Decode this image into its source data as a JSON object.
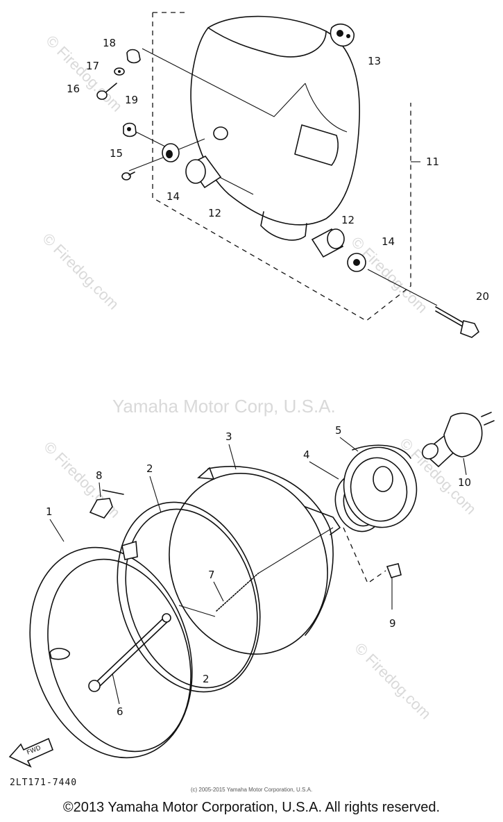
{
  "watermarks": {
    "brand": "Yamaha Motor Corp, U.S.A.",
    "site": "© Firedog.com"
  },
  "callouts": {
    "c1": "1",
    "c2": "2",
    "c2b": "2",
    "c3": "3",
    "c4": "4",
    "c5": "5",
    "c6": "6",
    "c7": "7",
    "c8": "8",
    "c9": "9",
    "c10": "10",
    "c11": "11",
    "c12a": "12",
    "c12b": "12",
    "c13": "13",
    "c14a": "14",
    "c14b": "14",
    "c15": "15",
    "c16": "16",
    "c17": "17",
    "c18": "18",
    "c19": "19",
    "c20": "20"
  },
  "fwd_label": "FWD",
  "diagram_code": "2LT171-7440",
  "small_copyright": "(c) 2005-2015 Yamaha Motor Corporation, U.S.A.",
  "footer_copyright": "©2013 Yamaha Motor Corporation, U.S.A. All rights reserved."
}
